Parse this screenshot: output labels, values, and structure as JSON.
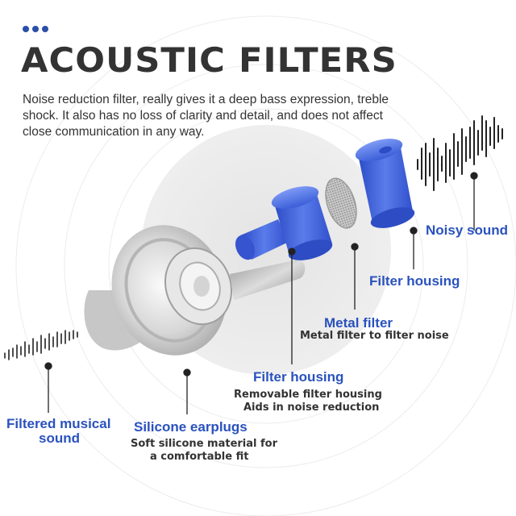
{
  "header": {
    "title": "ACOUSTIC FILTERS",
    "description": "Noise reduction filter, really gives it a deep bass expression, treble shock. It also has no loss of clarity and detail, and does not affect close communication in any way."
  },
  "labels": {
    "noisy_sound": "Noisy sound",
    "filter_housing_top": "Filter housing",
    "metal_filter": "Metal filter",
    "metal_filter_desc": "Metal filter to filter noise",
    "filter_housing_bottom": "Filter housing",
    "filter_housing_desc_line1": "Removable filter housing",
    "filter_housing_desc_line2": "Aids in noise reduction",
    "silicone_earplugs": "Silicone earplugs",
    "silicone_desc_line1": "Soft silicone material for",
    "silicone_desc_line2": "a comfortable fit",
    "filtered_line1": "Filtered musical",
    "filtered_line2": "sound"
  },
  "colors": {
    "accent": "#2a52be",
    "filter_blue": "#4a6fe0",
    "text_dark": "#333333"
  }
}
